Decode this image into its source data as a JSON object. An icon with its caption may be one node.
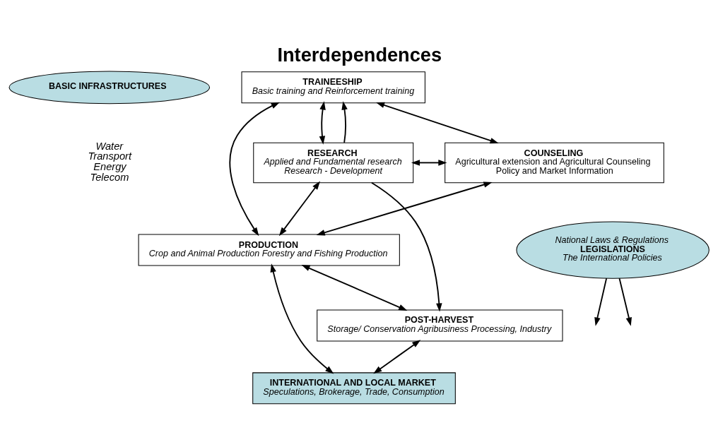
{
  "diagram": {
    "title": "Interdependences",
    "nodes": [
      {
        "text": [
          "BASIC INFRASTRUCTURES"
        ],
        "beside": [
          "Water",
          "Transport",
          "Energy",
          "Telecom"
        ]
      },
      {
        "text": [
          "TRAINEESHIP",
          "Basic training and Reinforcement training"
        ]
      },
      {
        "text": [
          "RESEARCH",
          "Applied and Fundamental research",
          "Research - Development"
        ]
      },
      {
        "text": [
          "COUNSELING",
          "Agricultural extension and Agricultural Counseling",
          "Policy and Market Information"
        ]
      },
      {
        "text": [
          "PRODUCTION",
          "Crop and Animal Production Forestry and Fishing Production"
        ]
      },
      {
        "text": [
          "POST-HARVEST",
          "Storage/ Conservation Agribusiness Processing, Industry"
        ]
      },
      {
        "text": [
          "INTERNATIONAL AND LOCAL MARKET",
          "Speculations, Brokerage, Trade, Consumption"
        ]
      },
      {
        "text": [
          "National Laws & Regulations",
          "LEGISLATIONS",
          "The International Policies"
        ]
      }
    ],
    "edges": [
      {
        "from": 2,
        "to": 1,
        "arrow": "to"
      },
      {
        "from": 1,
        "to": 2,
        "arrow": "both"
      },
      {
        "from": 1,
        "to": 3,
        "arrow": "both"
      },
      {
        "from": 1,
        "to": 4,
        "arrow": "both"
      },
      {
        "from": 2,
        "to": 3,
        "arrow": "both"
      },
      {
        "from": 2,
        "to": 4,
        "arrow": "both"
      },
      {
        "from": 3,
        "to": 4,
        "arrow": "both"
      },
      {
        "from": 4,
        "to": 5,
        "arrow": "both"
      },
      {
        "from": 2,
        "to": 5,
        "arrow": "to"
      },
      {
        "from": 4,
        "to": 6,
        "arrow": "both"
      },
      {
        "from": 5,
        "to": 6,
        "arrow": "both"
      },
      {
        "from": 7,
        "to": null,
        "arrow": "to"
      },
      {
        "from": 7,
        "to": null,
        "arrow": "to"
      }
    ]
  }
}
